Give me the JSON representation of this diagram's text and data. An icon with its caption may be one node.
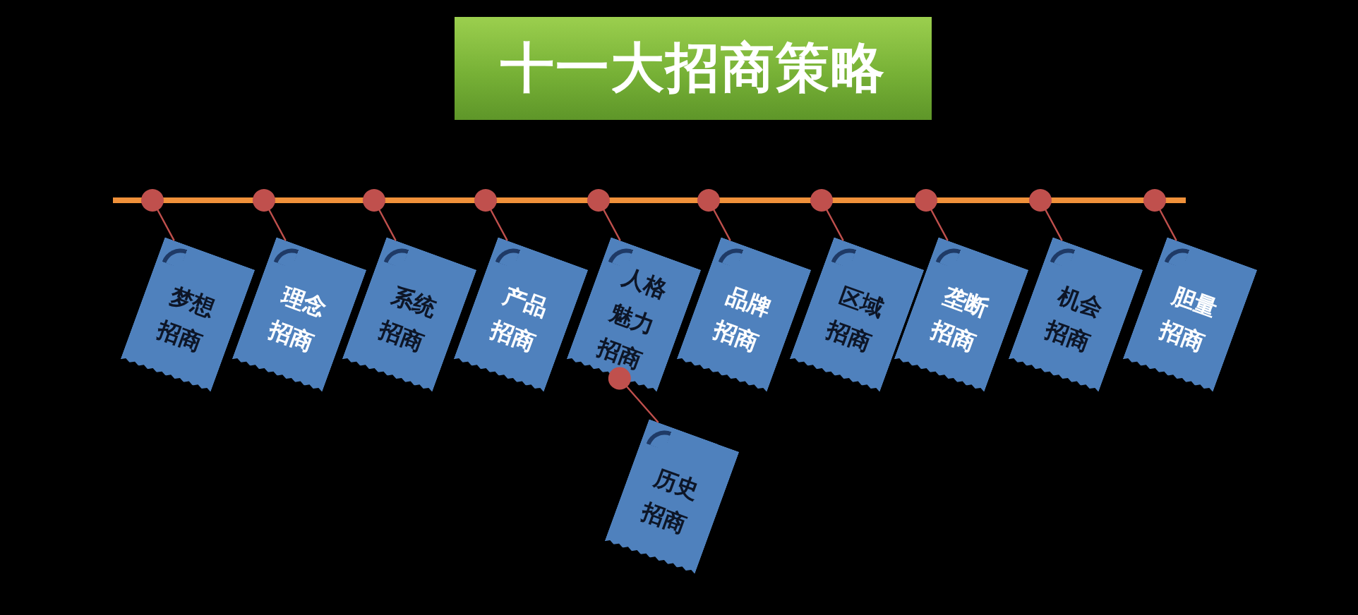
{
  "diagram": {
    "title": "十一大招商策略",
    "nodes": [
      {
        "text": [],
        "shape": "bar"
      },
      {
        "text": [
          "梦想招商"
        ]
      },
      {
        "text": [
          "理念招商"
        ]
      },
      {
        "text": [
          "系统招商"
        ]
      },
      {
        "text": [
          "产品招商"
        ]
      },
      {
        "text": [
          "人格魅力招商"
        ]
      },
      {
        "text": [
          "品牌招商"
        ]
      },
      {
        "text": [
          "区域招商"
        ]
      },
      {
        "text": [
          "垄断招商"
        ]
      },
      {
        "text": [
          "机会招商"
        ]
      },
      {
        "text": [
          "胆量招商"
        ]
      },
      {
        "text": [
          "历史招商"
        ]
      }
    ],
    "edges": [
      {
        "from": 0,
        "to": 1,
        "arrow": "other"
      },
      {
        "from": 0,
        "to": 2,
        "arrow": "other"
      },
      {
        "from": 0,
        "to": 3,
        "arrow": "other"
      },
      {
        "from": 0,
        "to": 4,
        "arrow": "other"
      },
      {
        "from": 0,
        "to": 5,
        "arrow": "other"
      },
      {
        "from": 0,
        "to": 6,
        "arrow": "other"
      },
      {
        "from": 0,
        "to": 7,
        "arrow": "other"
      },
      {
        "from": 0,
        "to": 8,
        "arrow": "other"
      },
      {
        "from": 0,
        "to": 9,
        "arrow": "other"
      },
      {
        "from": 0,
        "to": 10,
        "arrow": "other"
      },
      {
        "from": 5,
        "to": 11,
        "arrow": "other"
      }
    ]
  }
}
